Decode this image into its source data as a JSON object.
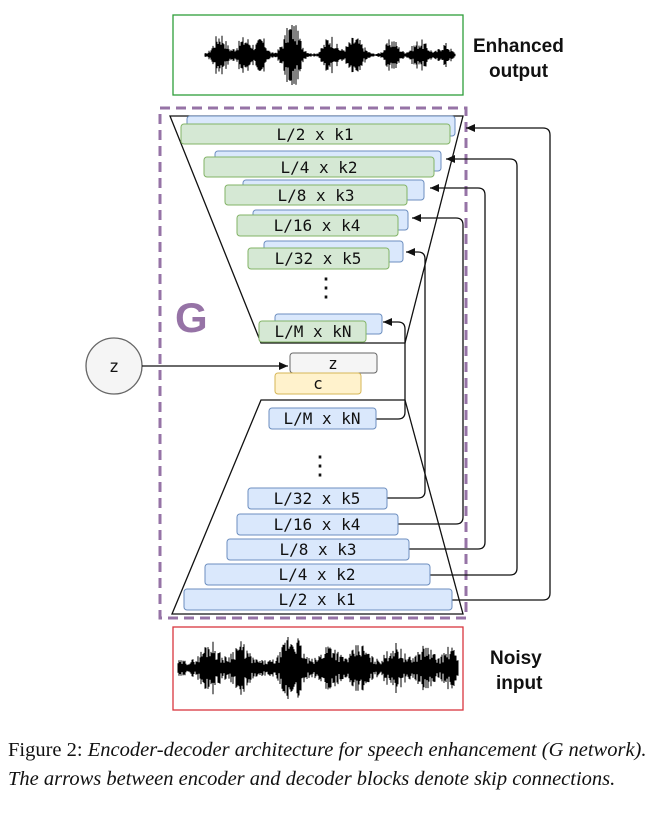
{
  "labels": {
    "enhanced_output": [
      "Enhanced",
      "output"
    ],
    "noisy_input": [
      "Noisy",
      "input"
    ],
    "generator": "G",
    "z_circle": "z",
    "z_block": "z",
    "c_block": "c",
    "dots": "⋮"
  },
  "encoder": {
    "blocks": [
      "L/2 x k1",
      "L/4 x k2",
      "L/8 x k3",
      "L/16 x k4",
      "L/32 x k5",
      "L/M x kN"
    ]
  },
  "decoder": {
    "blocks": [
      "L/2 x k1",
      "L/4 x k2",
      "L/8 x k3",
      "L/16 x k4",
      "L/32 x k5",
      "L/M x kN"
    ]
  },
  "caption": {
    "prefix": "Figure 2:",
    "text": "Encoder-decoder architecture for speech enhancement (G network). The arrows between encoder and decoder blocks denote skip connections."
  },
  "colors": {
    "blue_fill": "#DAE8FC",
    "blue_stroke": "#6C8EBF",
    "green_fill": "#D5E8D4",
    "green_stroke": "#82B366",
    "yellow_fill": "#FFF2CC",
    "yellow_stroke": "#D6B656",
    "gray_fill": "#F5F5F5",
    "gray_stroke": "#666666",
    "purple": "#9673A6",
    "out_border": "#2E9E3A",
    "in_border": "#D9363E"
  }
}
